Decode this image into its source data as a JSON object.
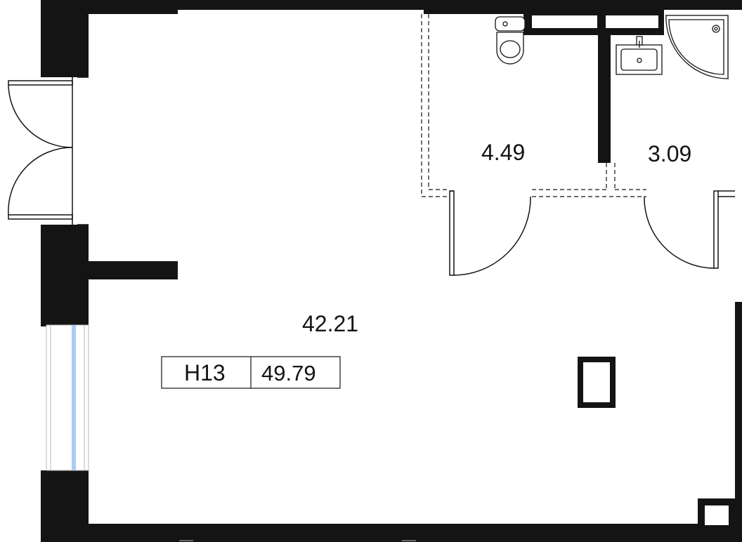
{
  "rooms": {
    "main": {
      "area": "42.21"
    },
    "wc": {
      "area": "4.49"
    },
    "bath": {
      "area": "3.09"
    }
  },
  "unit": {
    "id": "Н13",
    "total_area": "49.79"
  },
  "colors": {
    "wall": "#141414",
    "glass": "#a9ccf3",
    "line": "#141414"
  }
}
